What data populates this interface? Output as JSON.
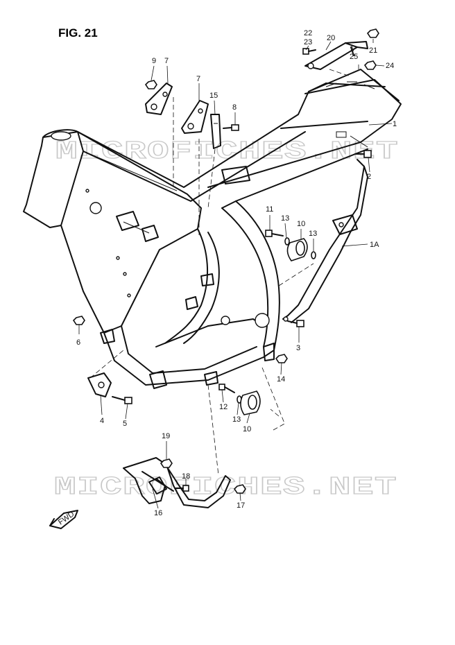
{
  "figure_title": "FIG. 21",
  "watermark": "MICROFICHES.NET",
  "fwd_label": "FWD",
  "callouts": [
    {
      "id": "22",
      "label": "22"
    },
    {
      "id": "23",
      "label": "23"
    },
    {
      "id": "20",
      "label": "20"
    },
    {
      "id": "25",
      "label": "25"
    },
    {
      "id": "21",
      "label": "21"
    },
    {
      "id": "24",
      "label": "24"
    },
    {
      "id": "9",
      "label": "9"
    },
    {
      "id": "7a",
      "label": "7"
    },
    {
      "id": "7b",
      "label": "7"
    },
    {
      "id": "15",
      "label": "15"
    },
    {
      "id": "8",
      "label": "8"
    },
    {
      "id": "1",
      "label": "1"
    },
    {
      "id": "2",
      "label": "2"
    },
    {
      "id": "11",
      "label": "11"
    },
    {
      "id": "13a",
      "label": "13"
    },
    {
      "id": "10a",
      "label": "10"
    },
    {
      "id": "13b",
      "label": "13"
    },
    {
      "id": "1A",
      "label": "1A"
    },
    {
      "id": "3",
      "label": "3"
    },
    {
      "id": "6",
      "label": "6"
    },
    {
      "id": "14",
      "label": "14"
    },
    {
      "id": "12",
      "label": "12"
    },
    {
      "id": "13c",
      "label": "13"
    },
    {
      "id": "10b",
      "label": "10"
    },
    {
      "id": "4",
      "label": "4"
    },
    {
      "id": "5",
      "label": "5"
    },
    {
      "id": "19",
      "label": "19"
    },
    {
      "id": "18",
      "label": "18"
    },
    {
      "id": "17",
      "label": "17"
    },
    {
      "id": "16",
      "label": "16"
    }
  ]
}
